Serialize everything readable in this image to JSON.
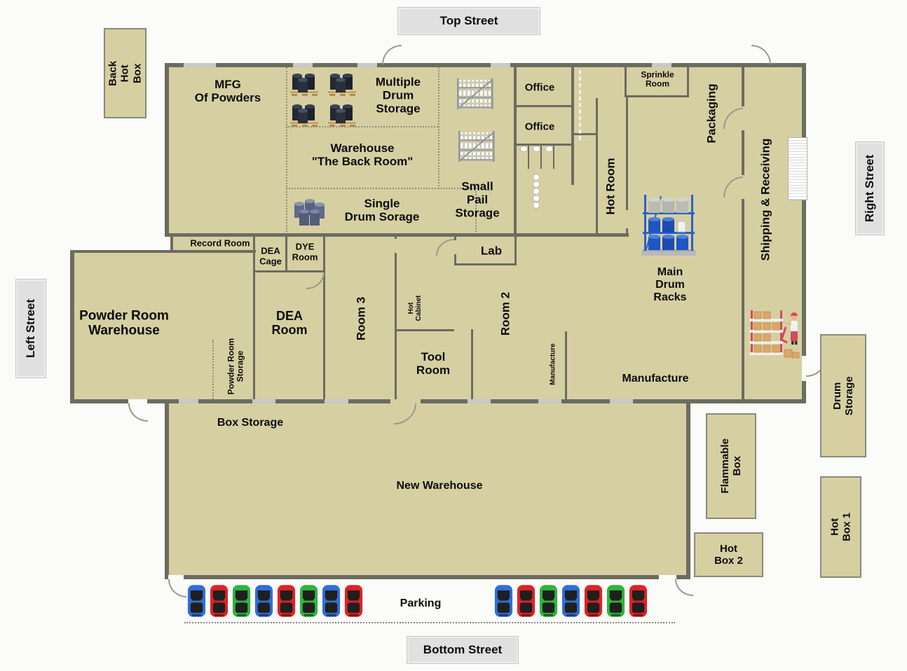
{
  "streets": {
    "top": "Top Street",
    "bottom": "Bottom Street",
    "left": "Left Street",
    "right": "Right Street"
  },
  "outside": {
    "back_hot_box": "Back\nHot Box",
    "drum_storage": "Drum Storage",
    "flammable_box": "Flammable\nBox",
    "hot_box_1": "Hot Box 1",
    "hot_box_2": "Hot\nBox 2"
  },
  "building": {
    "mfg_of_powders": "MFG\nOf Powders",
    "multiple_drum_storage": "Multiple\nDrum\nStorage",
    "warehouse_back_room": "Warehouse\n\"The Back Room\"",
    "single_drum_sorage": "Single\nDrum Sorage",
    "small_pail_storage": "Small\nPail\nStorage",
    "office_1": "Office",
    "office_2": "Office",
    "sprinkle_room": "Sprinkle\nRoom",
    "packaging": "Packaging",
    "hot_room": "Hot Room",
    "shipping_receiving": "Shipping & Receiving",
    "main_drum_racks": "Main\nDrum\nRacks",
    "lab": "Lab",
    "record_room": "Record Room",
    "dea_cage": "DEA\nCage",
    "dye_room": "DYE\nRoom",
    "dea_room": "DEA\nRoom",
    "room_3": "Room 3",
    "hot_cabinet": "Hot\nCabinet",
    "tool_room": "Tool\nRoom",
    "room_2": "Room 2",
    "manufacture_small": "Manufacture",
    "manufacture": "Manufacture",
    "powder_room_warehouse": "Powder Room\nWarehouse",
    "powder_room_storage": "Powder Room\nStorage",
    "box_storage": "Box Storage",
    "new_warehouse": "New Warehouse"
  },
  "parking": {
    "label": "Parking",
    "left_cars": [
      "blue",
      "red",
      "green",
      "blue",
      "red",
      "green",
      "blue",
      "red"
    ],
    "right_cars": [
      "blue",
      "red",
      "green",
      "blue",
      "red",
      "green",
      "red"
    ]
  },
  "icons": {
    "pallet_drums": "pallet-drums-icon",
    "pail_rack": "pail-rack-icon",
    "single_drums": "drum-cluster-icon",
    "main_rack": "main-drum-rack-icon",
    "worker_shelf": "warehouse-worker-icon",
    "dock": "dock-hatch",
    "car": "car-icon"
  },
  "colors": {
    "floor": "#d6cfa2",
    "wall": "#6c6c60",
    "street_bg": "#e0e0e0",
    "car_blue": "#2f6fd6",
    "car_red": "#de2323",
    "car_green": "#2fb43c",
    "rack_blue": "#2b62c4",
    "drum_blue": "#1f55c4",
    "drum_gray": "#b9bdb4",
    "shelf_red": "#d04c5c"
  }
}
